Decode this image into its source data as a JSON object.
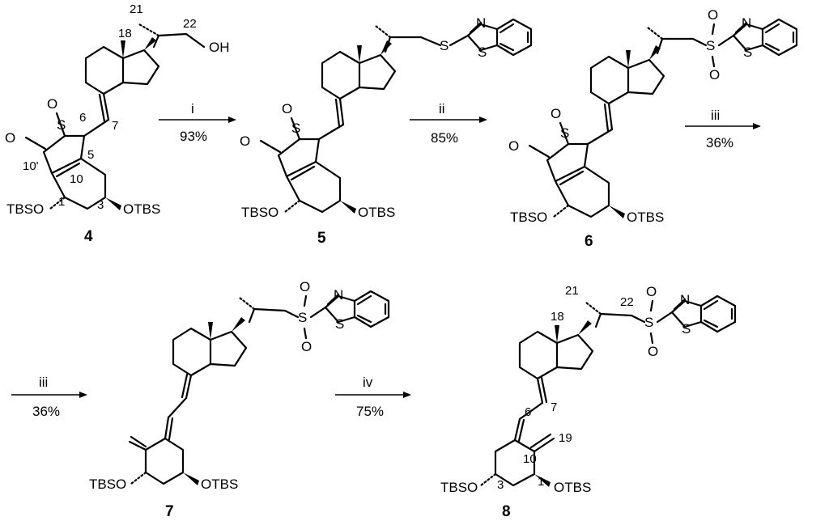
{
  "compounds": [
    {
      "id": "4",
      "atoms": {
        "oh": "OH",
        "s": "S",
        "o_top": "O",
        "o_left": "O",
        "tbso": "TBSO",
        "otbs": "OTBS"
      },
      "numbers": {
        "n21": "21",
        "n22": "22",
        "n18": "18",
        "n6": "6",
        "n7": "7",
        "n5": "5",
        "n10p": "10'",
        "n10": "10",
        "n1": "1",
        "n3": "3"
      }
    },
    {
      "id": "5",
      "atoms": {
        "s_link": "S",
        "n_het": "N",
        "s_het": "S",
        "s": "S",
        "o_top": "O",
        "o_left": "O",
        "tbso": "TBSO",
        "otbs": "OTBS"
      }
    },
    {
      "id": "6",
      "atoms": {
        "s_link": "S",
        "o_so1": "O",
        "o_so2": "O",
        "n_het": "N",
        "s_het": "S",
        "s": "S",
        "o_top": "O",
        "o_left": "O",
        "tbso": "TBSO",
        "otbs": "OTBS"
      }
    },
    {
      "id": "7",
      "atoms": {
        "s_link": "S",
        "o_so1": "O",
        "o_so2": "O",
        "n_het": "N",
        "s_het": "S",
        "tbso": "TBSO",
        "otbs": "OTBS"
      }
    },
    {
      "id": "8",
      "atoms": {
        "s_link": "S",
        "o_so1": "O",
        "o_so2": "O",
        "n_het": "N",
        "s_het": "S",
        "tbso": "TBSO",
        "otbs": "OTBS"
      },
      "numbers": {
        "n21": "21",
        "n22": "22",
        "n18": "18",
        "n6": "6",
        "n7": "7",
        "n19": "19",
        "n10": "10",
        "n3": "3",
        "n1": "1"
      }
    }
  ],
  "steps": [
    {
      "reagent": "i",
      "yield": "93%"
    },
    {
      "reagent": "ii",
      "yield": "85%"
    },
    {
      "reagent": "iii",
      "yield": "36%"
    },
    {
      "reagent": "iii",
      "yield": "36%"
    },
    {
      "reagent": "iv",
      "yield": "75%"
    }
  ]
}
